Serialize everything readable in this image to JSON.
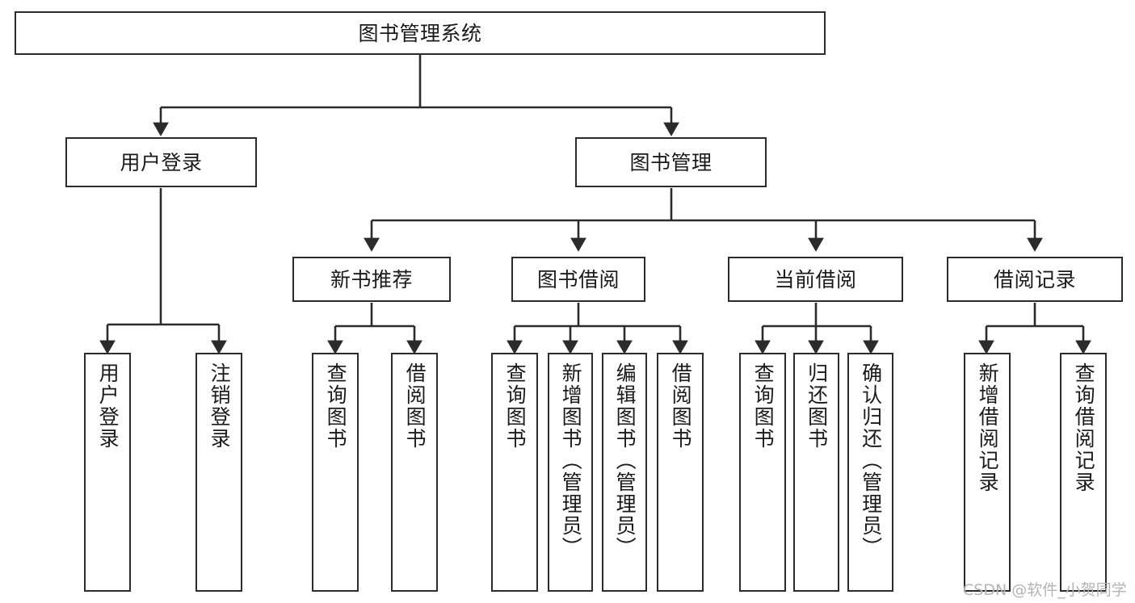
{
  "diagram": {
    "title": "图书管理系统",
    "type": "tree-hierarchy-diagram",
    "colors": {
      "stroke": "#2b2b2b",
      "fill": "#ffffff",
      "text": "#1a1a1a",
      "watermark": "#b4b4b4"
    },
    "nodes": {
      "root": {
        "label": "图书管理系统"
      },
      "level1": [
        {
          "label": "用户登录"
        },
        {
          "label": "图书管理"
        }
      ],
      "level2": [
        {
          "label": "新书推荐"
        },
        {
          "label": "图书借阅"
        },
        {
          "label": "当前借阅"
        },
        {
          "label": "借阅记录"
        }
      ],
      "leaves_user_login": [
        {
          "label": "用户登录"
        },
        {
          "label": "注销登录"
        }
      ],
      "leaves_new_book": [
        {
          "label": "查询图书"
        },
        {
          "label": "借阅图书"
        }
      ],
      "leaves_borrow": [
        {
          "label": "查询图书"
        },
        {
          "label": "新增图书（管理员）"
        },
        {
          "label": "编辑图书（管理员）"
        },
        {
          "label": "借阅图书"
        }
      ],
      "leaves_current": [
        {
          "label": "查询图书"
        },
        {
          "label": "归还图书"
        },
        {
          "label": "确认归还（管理员）"
        }
      ],
      "leaves_record": [
        {
          "label": "新增借阅记录"
        },
        {
          "label": "查询借阅记录"
        }
      ]
    },
    "watermark": "CSDN @软件_小贺同学"
  }
}
